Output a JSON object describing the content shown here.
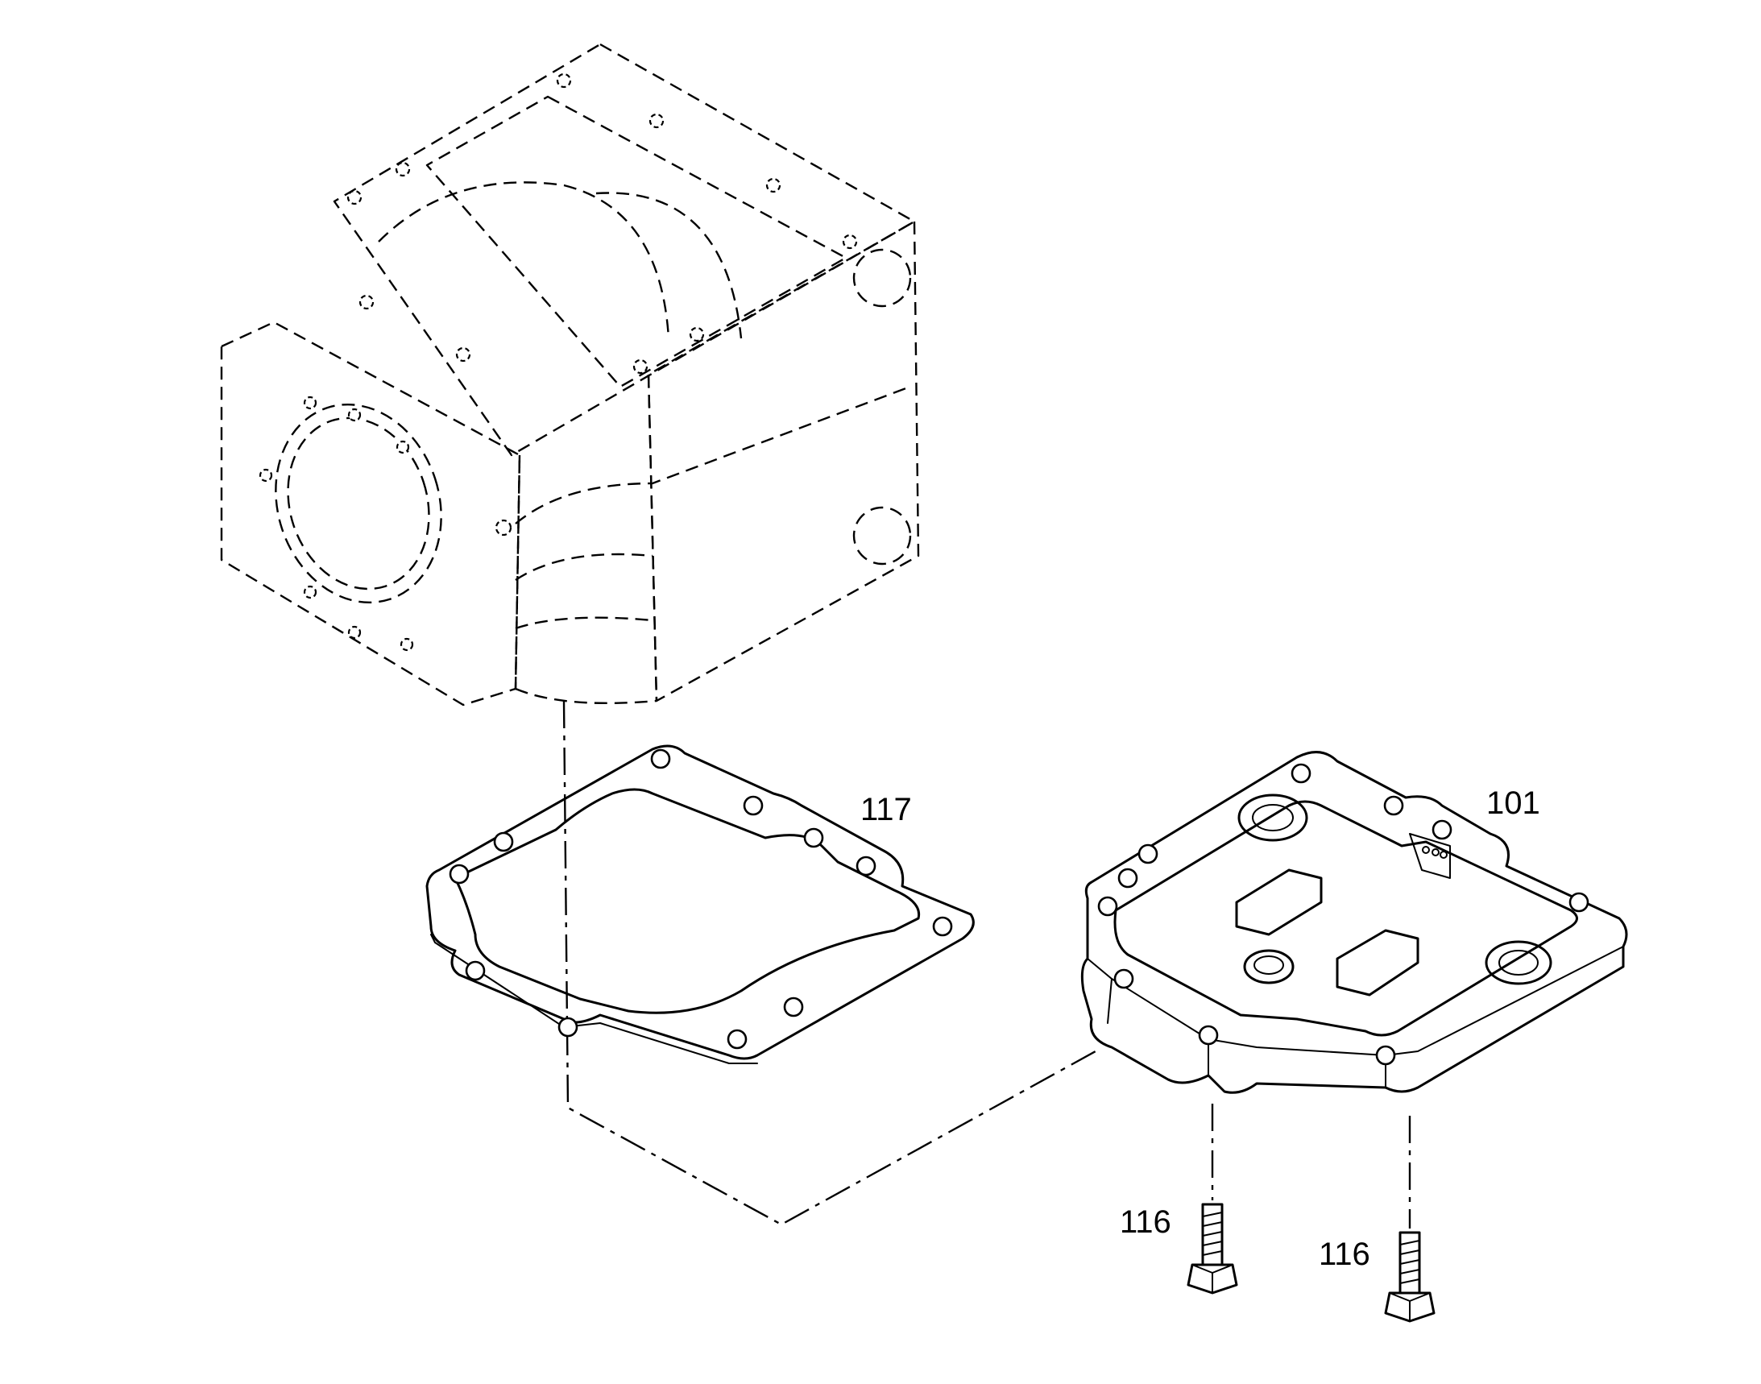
{
  "callouts": {
    "gasket": "117",
    "cover": "101",
    "bolt_left": "116",
    "bolt_right": "116"
  },
  "colors": {
    "line": "#000000",
    "background": "#ffffff"
  }
}
